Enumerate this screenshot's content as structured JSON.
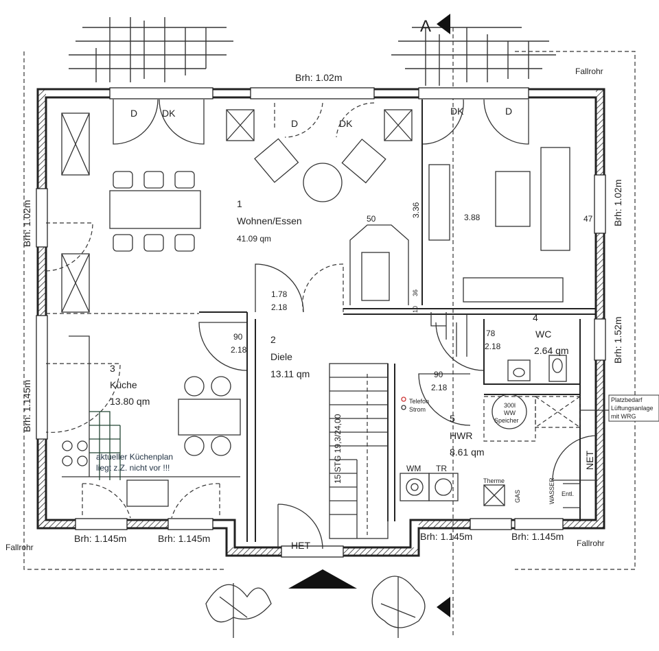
{
  "section_marker": "A",
  "parapet_heights": {
    "top": "Brh: 1.02m",
    "left_upper": "Brh: 1.02m",
    "right_upper": "Brh: 1.02m",
    "right_wc": "Brh: 1.52m",
    "left_lower": "Brh: 1.145m",
    "bottom_1": "Brh: 1.145m",
    "bottom_2": "Brh: 1.145m",
    "bottom_3": "Brh: 1.145m",
    "bottom_4": "Brh: 1.145m"
  },
  "downpipes": {
    "top_right": "Fallrohr",
    "bottom_left": "Fallrohr",
    "bottom_right": "Fallrohr"
  },
  "doors": {
    "d1": "D",
    "dk1": "DK",
    "d2": "D",
    "dk2": "DK",
    "dk3": "DK",
    "d3": "D",
    "het": "HET",
    "net": "NET"
  },
  "rooms": [
    {
      "number": "1",
      "name": "Wohnen/Essen",
      "area": "41.09 qm"
    },
    {
      "number": "2",
      "name": "Diele",
      "area": "13.11 qm"
    },
    {
      "number": "3",
      "name": "Küche",
      "area": "13.80 qm"
    },
    {
      "number": "4",
      "name": "WC",
      "area": "2.64 qm"
    },
    {
      "number": "5",
      "name": "HWR",
      "area": "8.61 qm"
    }
  ],
  "dimensions": {
    "chimney_width": "50",
    "living_depth": "3.36",
    "living_width": "3.88",
    "window_47": "47",
    "door_living_w": "1.78",
    "door_living_h": "2.18",
    "door_kitchen_w": "90",
    "door_kitchen_h": "2.18",
    "door_wc_w": "78",
    "door_wc_h": "2.18",
    "door_hwr_w": "90",
    "door_hwr_h": "2.18",
    "wall_36": "36",
    "wall_10": "10"
  },
  "stairs": "15 STG 19,3/24,00",
  "utility": {
    "telefon": "Telefon",
    "strom": "Strom",
    "tank_l1": "300l",
    "tank_l2": "WW",
    "tank_l3": "Speicher",
    "vent_l1": "Platzbedarf",
    "vent_l2": "Lüftungsanlage",
    "vent_l3": "mit WRG",
    "wm": "WM",
    "tr": "TR",
    "therme": "Therme",
    "gas": "GAS",
    "wasser": "WASSER",
    "entl": "Entl."
  },
  "kitchen_note": {
    "line1": "aktueller Küchenplan",
    "line2": "liegt z.Z. nicht vor !!!"
  }
}
